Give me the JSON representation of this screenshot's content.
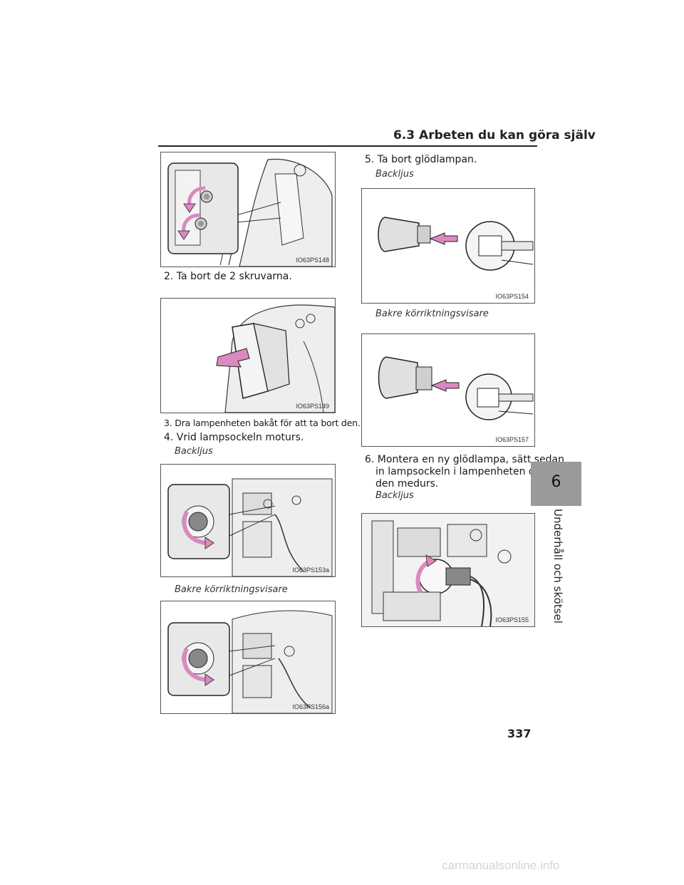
{
  "header": {
    "title": "6.3  Arbeten du kan göra själv"
  },
  "figures": {
    "f1": {
      "code": "IO63PS148"
    },
    "f2": {
      "code": "IO63PS149"
    },
    "f3": {
      "code": "IO63PS153a"
    },
    "f4": {
      "code": "IO63PS156a"
    },
    "f5": {
      "code": "IO63PS154"
    },
    "f6": {
      "code": "IO63PS157"
    },
    "f7": {
      "code": "IO63PS155"
    }
  },
  "steps": {
    "s2": "2. Ta bort de 2 skruvarna.",
    "s3": "3. Dra lampenheten bakåt för att ta bort den.",
    "s4": "4. Vrid lampsockeln moturs.",
    "s4a": "Backljus",
    "s4b": "Bakre körriktningsvisare",
    "s5": "5. Ta bort glödlampan.",
    "s5a": "Backljus",
    "s5b": "Bakre körriktningsvisare",
    "s6_line1": "6. Montera en ny glödlampa, sätt sedan",
    "s6_line2": "in lampsockeln i lampenheten och vrid",
    "s6_line3": "den medurs.",
    "s6a": "Backljus"
  },
  "side_tab": {
    "number": "6",
    "label": "Underhåll och skötsel"
  },
  "page_number": "337",
  "watermark": "carmanualsonline.info",
  "colors": {
    "arrow": "#d98ac0",
    "tab": "#9a9a9a"
  }
}
